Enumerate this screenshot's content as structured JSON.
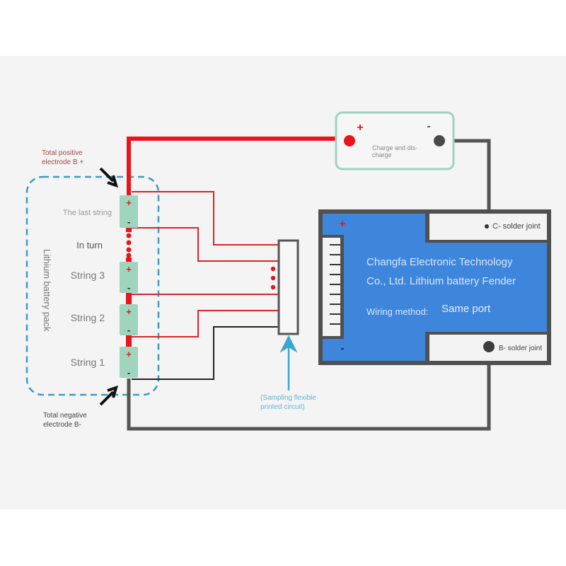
{
  "colors": {
    "positive_wire": "#e8151b",
    "negative_wire": "#555555",
    "sense_wire_red": "#d9252b",
    "sense_wire_black": "#222222",
    "cell_fill": "#9fd4bf",
    "pack_outline": "#3d9cc4",
    "board_fill": "#3e86dc",
    "board_border": "#505050",
    "load_border": "#9ed2c0",
    "arrow_blue": "#3aa6d0"
  },
  "labels": {
    "total_positive_line1": "Total positive",
    "total_positive_line2": "electrode B +",
    "total_negative_line1": "Total negative",
    "total_negative_line2": "electrode B-",
    "pack_title": "Lithium battery pack",
    "load_label_line1": "Charge and dis-",
    "load_label_line2": "charge",
    "load_plus": "+",
    "load_minus": "-",
    "sampling_line1": "(Sampling flexible",
    "sampling_line2": "printed circuit)"
  },
  "cells": [
    {
      "name": "The last string",
      "plus": "+",
      "minus": "-"
    },
    {
      "name": "String 3",
      "plus": "+",
      "minus": "-"
    },
    {
      "name": "String 2",
      "plus": "+",
      "minus": "-"
    },
    {
      "name": "String 1",
      "plus": "+",
      "minus": "-"
    }
  ],
  "in_turn_label": "In turn",
  "board": {
    "company_line1": "Changfa Electronic Technology",
    "company_line2": "Co., Ltd. Lithium battery Fender",
    "wiring_label": "Wiring method:",
    "wiring_value": "Same port",
    "plus": "+",
    "minus": "-",
    "c_joint": "C- solder joint",
    "b_joint": "B- solder joint"
  }
}
